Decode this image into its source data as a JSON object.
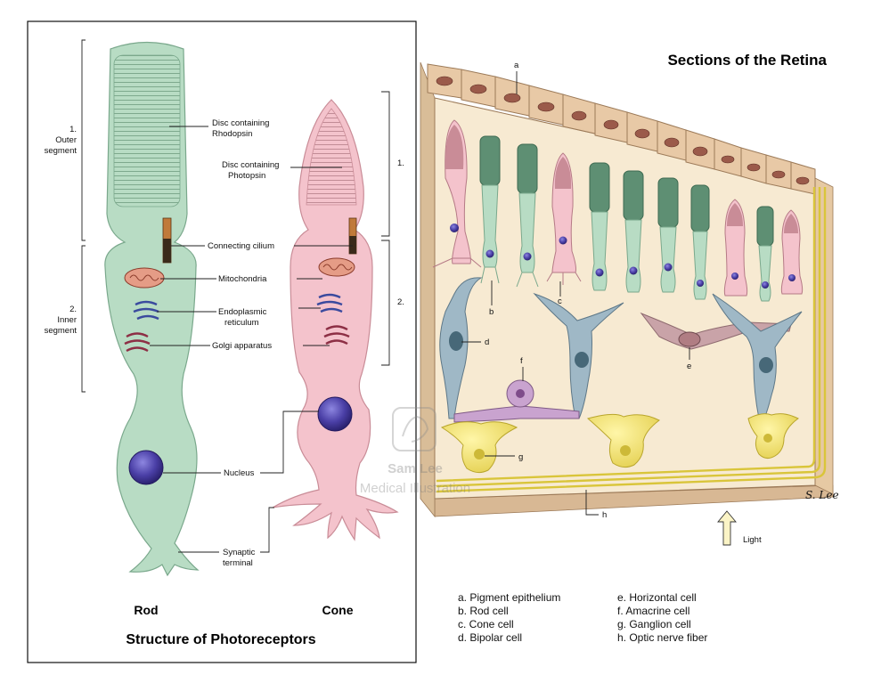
{
  "left_panel": {
    "title": "Structure of Photoreceptors",
    "rod_label": "Rod",
    "cone_label": "Cone",
    "labels": {
      "disc_rhodopsin_1": "Disc containing",
      "disc_rhodopsin_2": "Rhodopsin",
      "disc_photopsin_1": "Disc containing",
      "disc_photopsin_2": "Photopsin",
      "connecting_cilium": "Connecting cilium",
      "mitochondria": "Mitochondria",
      "er_1": "Endoplasmic",
      "er_2": "reticulum",
      "golgi": "Golgi apparatus",
      "nucleus": "Nucleus",
      "synaptic_1": "Synaptic",
      "synaptic_2": "terminal"
    },
    "rod_brackets": {
      "outer_1": "1.",
      "outer_2": "Outer",
      "outer_3": "segment",
      "inner_1": "2.",
      "inner_2": "Inner",
      "inner_3": "segment"
    },
    "cone_brackets": {
      "outer": "1.",
      "inner": "2."
    }
  },
  "right_panel": {
    "title": "Sections of the Retina",
    "letters": {
      "a": "a",
      "b": "b",
      "c": "c",
      "d": "d",
      "e": "e",
      "f": "f",
      "g": "g",
      "h": "h"
    },
    "light_label": "Light",
    "signature": "S. Lee"
  },
  "legend": {
    "col1": [
      "a. Pigment epithelium",
      "b. Rod cell",
      "c. Cone cell",
      "d. Bipolar cell"
    ],
    "col2": [
      "e. Horizontal cell",
      "f. Amacrine cell",
      "g. Ganglion cell",
      "h. Optic nerve fiber"
    ]
  },
  "watermark": {
    "line1": "Sam Lee",
    "line2": "Medical Illustration"
  },
  "colors": {
    "rod": "#b8dcc4",
    "rod_dark": "#5e8f73",
    "cone": "#f4c3cc",
    "cone_dark": "#b57a86",
    "nucleus": "#4a3fa6",
    "epithelium": "#e8c9a6",
    "retina_bg": "#f7ead2",
    "bipolar": "#9fb8c6",
    "ganglion": "#f2e58a",
    "amacrine": "#c9a3cf",
    "horizontal": "#c9a3a8"
  }
}
